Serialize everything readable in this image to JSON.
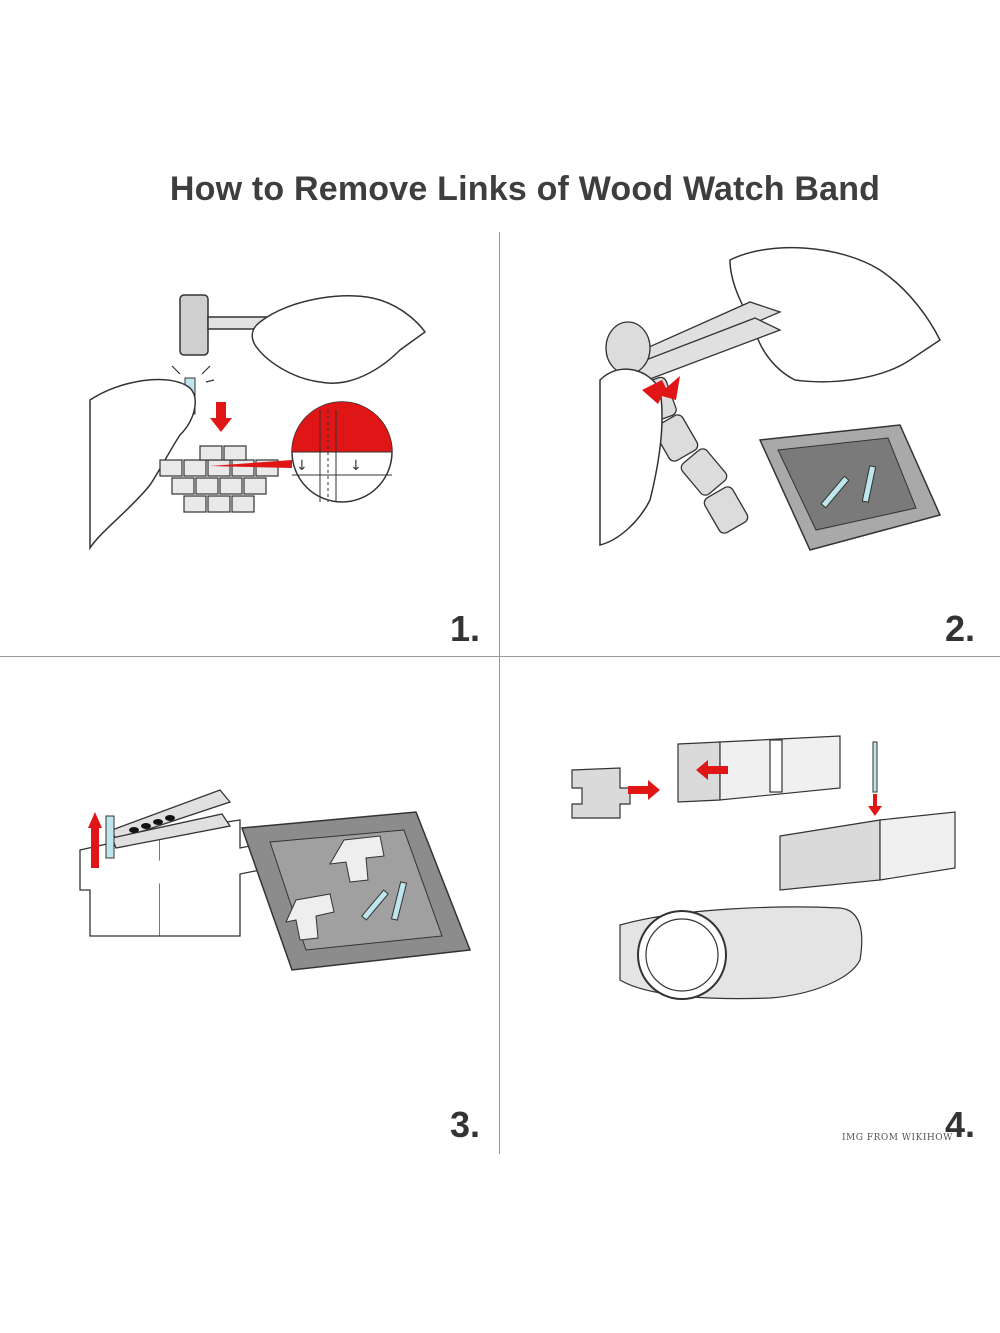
{
  "title": "How to Remove Links of Wood Watch Band",
  "steps": [
    {
      "number": "1.",
      "illustration": "hammer-tapping-pin-out-of-band"
    },
    {
      "number": "2.",
      "illustration": "pliers-pulling-pin-into-tray"
    },
    {
      "number": "3.",
      "illustration": "removed-links-and-pins-in-tray"
    },
    {
      "number": "4.",
      "illustration": "reassembling-band-onto-watch"
    }
  ],
  "credit": "IMG FROM WIKIHOW",
  "colors": {
    "accent_red": "#e01515",
    "pin": "#bfe6ec",
    "tray_gray": "#8c8c8c",
    "line": "#222222"
  }
}
